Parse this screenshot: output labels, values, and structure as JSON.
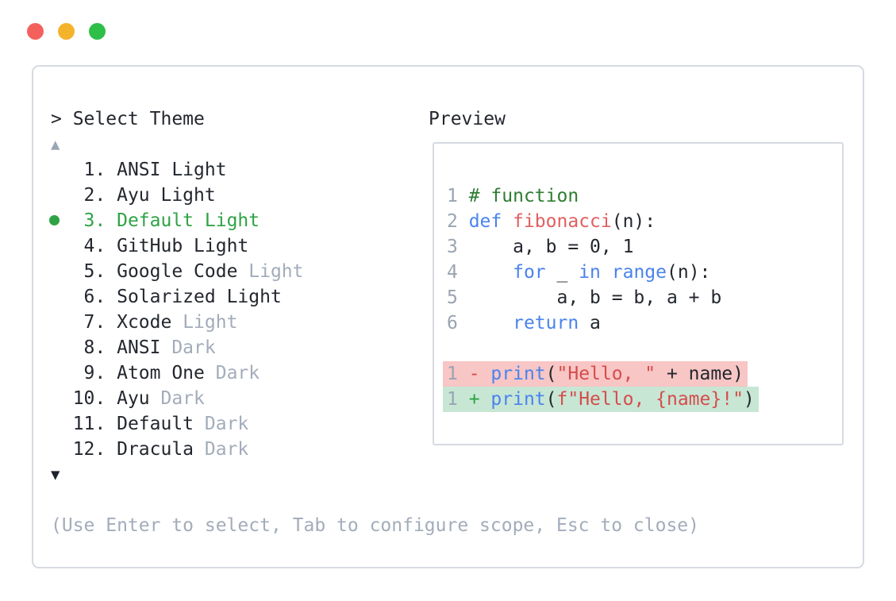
{
  "window": {
    "controls": {
      "close": "close",
      "minimize": "minimize",
      "zoom": "zoom"
    }
  },
  "picker": {
    "prompt": "> Select Theme",
    "scroll_up_glyph": "▲",
    "scroll_down_glyph": "▼",
    "help": "(Use Enter to select, Tab to configure scope, Esc to close)"
  },
  "themes": [
    {
      "num": "   1. ",
      "name": "ANSI Light",
      "muted": "",
      "selected": false
    },
    {
      "num": "   2. ",
      "name": "Ayu Light",
      "muted": "",
      "selected": false
    },
    {
      "num": "   3. ",
      "name": "Default Light",
      "muted": "",
      "selected": true
    },
    {
      "num": "   4. ",
      "name": "GitHub Light",
      "muted": "",
      "selected": false
    },
    {
      "num": "   5. ",
      "name": "Google Code",
      "muted": " Light",
      "selected": false
    },
    {
      "num": "   6. ",
      "name": "Solarized Light",
      "muted": "",
      "selected": false
    },
    {
      "num": "   7. ",
      "name": "Xcode",
      "muted": " Light",
      "selected": false
    },
    {
      "num": "   8. ",
      "name": "ANSI",
      "muted": " Dark",
      "selected": false
    },
    {
      "num": "   9. ",
      "name": "Atom One",
      "muted": " Dark",
      "selected": false
    },
    {
      "num": "  10. ",
      "name": "Ayu",
      "muted": " Dark",
      "selected": false
    },
    {
      "num": "  11. ",
      "name": "Default",
      "muted": " Dark",
      "selected": false
    },
    {
      "num": "  12. ",
      "name": "Dracula",
      "muted": " Dark",
      "selected": false
    }
  ],
  "preview": {
    "label": "Preview",
    "lines": [
      {
        "tokens": [
          {
            "c": "tk-n",
            "t": "1 "
          },
          {
            "c": "tk-c",
            "t": "# function"
          }
        ]
      },
      {
        "tokens": [
          {
            "c": "tk-n",
            "t": "2 "
          },
          {
            "c": "tk-k",
            "t": "def"
          },
          {
            "c": "tk-p",
            "t": " "
          },
          {
            "c": "tk-f",
            "t": "fibonacci"
          },
          {
            "c": "tk-p",
            "t": "(n):"
          }
        ]
      },
      {
        "tokens": [
          {
            "c": "tk-n",
            "t": "3 "
          },
          {
            "c": "tk-p",
            "t": "    a, b = 0, 1"
          }
        ]
      },
      {
        "tokens": [
          {
            "c": "tk-n",
            "t": "4 "
          },
          {
            "c": "tk-p",
            "t": "    "
          },
          {
            "c": "tk-k",
            "t": "for"
          },
          {
            "c": "tk-p",
            "t": " _ "
          },
          {
            "c": "tk-k",
            "t": "in"
          },
          {
            "c": "tk-p",
            "t": " "
          },
          {
            "c": "tk-k",
            "t": "range"
          },
          {
            "c": "tk-p",
            "t": "(n):"
          }
        ]
      },
      {
        "tokens": [
          {
            "c": "tk-n",
            "t": "5 "
          },
          {
            "c": "tk-p",
            "t": "        a, b = b, a + b"
          }
        ]
      },
      {
        "tokens": [
          {
            "c": "tk-n",
            "t": "6 "
          },
          {
            "c": "tk-p",
            "t": "    "
          },
          {
            "c": "tk-k",
            "t": "return"
          },
          {
            "c": "tk-p",
            "t": " a"
          }
        ]
      }
    ],
    "diff": [
      {
        "change": "removed",
        "tokens": [
          {
            "c": "tk-n",
            "t": "1 "
          },
          {
            "c": "tk-minus",
            "t": "- "
          },
          {
            "c": "tk-k",
            "t": "print"
          },
          {
            "c": "tk-p",
            "t": "("
          },
          {
            "c": "tk-s",
            "t": "\"Hello, \""
          },
          {
            "c": "tk-p",
            "t": " + name)"
          }
        ]
      },
      {
        "change": "added",
        "tokens": [
          {
            "c": "tk-n",
            "t": "1 "
          },
          {
            "c": "tk-plus",
            "t": "+ "
          },
          {
            "c": "tk-k",
            "t": "print"
          },
          {
            "c": "tk-p",
            "t": "("
          },
          {
            "c": "tk-s",
            "t": "f\"Hello, {name}!\""
          },
          {
            "c": "tk-p",
            "t": ")"
          }
        ]
      }
    ]
  },
  "colors": {
    "accent-green": "#2fa344",
    "comment-green": "#2e7d32",
    "kw-blue": "#4a83ee",
    "fn-red": "#e06060",
    "str-red": "#d64c4c",
    "removed-bg": "#f7c6c5",
    "added-bg": "#c7e6d4",
    "dot-red": "#f4615d",
    "dot-yellow": "#f3b32b",
    "dot-green": "#2ebf49",
    "text-muted": "#a3acba",
    "border": "#d6dae1"
  }
}
